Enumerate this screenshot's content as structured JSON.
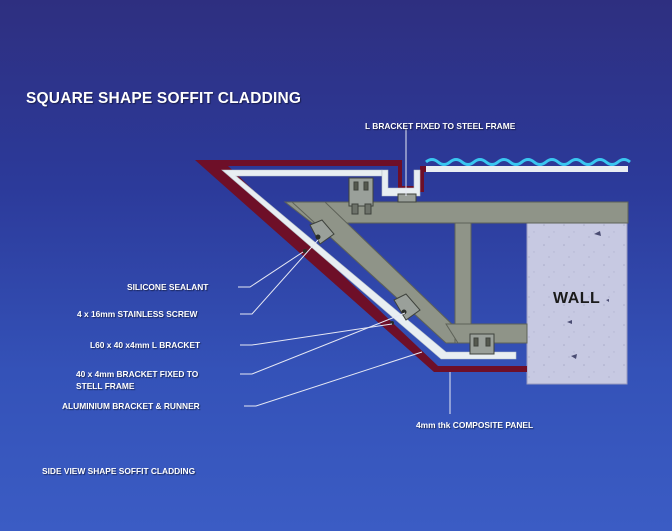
{
  "title": "SQUARE SHAPE SOFFIT CLADDING",
  "footer": "SIDE VIEW SHAPE SOFFIT CLADDING",
  "wall_label": "WALL",
  "labels": {
    "l_bracket_top": "L BRACKET FIXED TO STEEL FRAME",
    "silicone_sealant": "SILICONE SEALANT",
    "stainless_screw": "4 x 16mm STAINLESS SCREW",
    "l_bracket": "L60 x 40 x4mm L BRACKET",
    "bracket_line1": "40 x 4mm BRACKET FIXED TO",
    "bracket_line2": "STELL FRAME",
    "aluminium_bracket": "ALUMINIUM BRACKET & RUNNER",
    "composite_panel": "4mm thk COMPOSITE PANEL"
  },
  "colors": {
    "background_top": "#2e2f80",
    "background_bottom": "#3b5cc4",
    "steel_frame": "#8f9488",
    "cladding_outer": "#6e0f28",
    "cladding_inner": "#e8eef2",
    "wall": "#c9cbe3",
    "roof_water": "#39c6f0"
  }
}
